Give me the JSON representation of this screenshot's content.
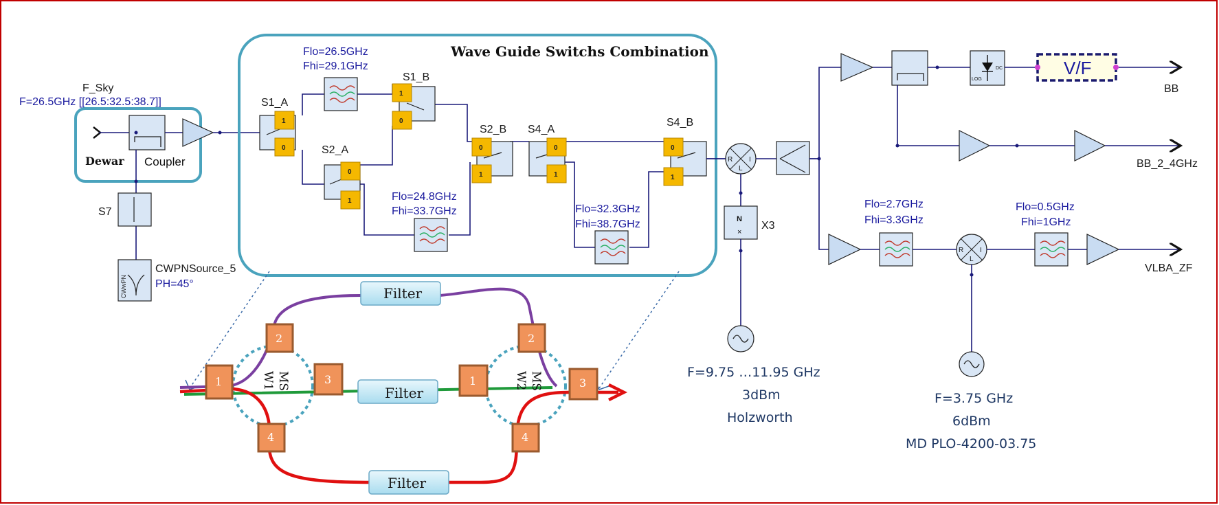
{
  "frame_color": "#c00000",
  "colors": {
    "group_box": "#4aa3bd",
    "switch": "#f5b800",
    "wire": "#1a1a7a",
    "purple_path": "#7a3fa0",
    "green_path": "#1f9a3a",
    "red_path": "#e01010",
    "port": "#f0935a"
  },
  "front_end": {
    "sky_name": "F_Sky",
    "sky_freq": "F=26.5GHz [[26.5:32.5:38.7]]",
    "dewar_label": "Dewar",
    "coupler_label": "Coupler",
    "s7_label": "S7",
    "cw_source_name": "CWPNSource_5",
    "cw_source_phase": "PH=45°",
    "cw_source_tag": "CWwPN"
  },
  "switch_group": {
    "title": "Wave Guide Switchs Combination",
    "switches": {
      "s1a": "S1_A",
      "s1b": "S1_B",
      "s2a": "S2_A",
      "s2b": "S2_B",
      "s4a": "S4_A",
      "s4b": "S4_B"
    },
    "pin1": "1",
    "pin0": "0",
    "filter1": {
      "flo": "Flo=26.5GHz",
      "fhi": "Fhi=29.1GHz"
    },
    "filter2": {
      "flo": "Flo=24.8GHz",
      "fhi": "Fhi=33.7GHz"
    },
    "filter3": {
      "flo": "Flo=32.3GHz",
      "fhi": "Fhi=38.7GHz"
    }
  },
  "mixer1": {
    "r": "R",
    "i": "I",
    "l": "L",
    "multiplier": "X3",
    "multiplier_sym": "N"
  },
  "lo1": {
    "freq": "F=9.75 …11.95 GHz",
    "power": "3dBm",
    "vendor": "Holzworth"
  },
  "upper_chain": {
    "vf_label": "V/F",
    "log_label": "LOG",
    "dc_label": "DC",
    "out_bb": "BB",
    "out_bb24": "BB_2_4GHz"
  },
  "lower_chain": {
    "filter_a": {
      "flo": "Flo=2.7GHz",
      "fhi": "Fhi=3.3GHz"
    },
    "filter_b": {
      "flo": "Flo=0.5GHz",
      "fhi": "Fhi=1GHz"
    },
    "mixer": {
      "r": "R",
      "i": "I",
      "l": "L"
    },
    "out": "VLBA_ZF"
  },
  "lo2": {
    "freq": "F=3.75 GHz",
    "power": "6dBm",
    "model": "MD PLO-4200-03.75"
  },
  "waveguide_detail": {
    "filter_top": "Filter",
    "filter_mid": "Filter",
    "filter_bot": "Filter",
    "left_switch": {
      "name": "W1",
      "ms": "MS",
      "p1": "1",
      "p2": "2",
      "p3": "3",
      "p4": "4"
    },
    "right_switch": {
      "name": "W2",
      "ms": "MS",
      "p1": "1",
      "p2": "2",
      "p3": "3",
      "p4": "4"
    }
  }
}
